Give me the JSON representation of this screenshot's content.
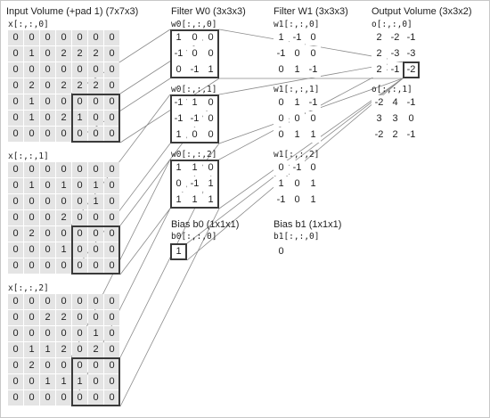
{
  "headers": {
    "input": "Input Volume (+pad 1) (7x7x3)",
    "w0": "Filter W0 (3x3x3)",
    "w1": "Filter W1 (3x3x3)",
    "output": "Output Volume (3x3x2)",
    "bias0": "Bias b0 (1x1x1)",
    "bias1": "Bias b1 (1x1x1)"
  },
  "input": [
    {
      "label": "x[:,:,0]",
      "rows": [
        [
          0,
          0,
          0,
          0,
          0,
          0,
          0
        ],
        [
          0,
          1,
          0,
          2,
          2,
          2,
          0
        ],
        [
          0,
          0,
          0,
          0,
          0,
          0,
          0
        ],
        [
          0,
          2,
          0,
          2,
          2,
          2,
          0
        ],
        [
          0,
          1,
          0,
          0,
          0,
          0,
          0
        ],
        [
          0,
          1,
          0,
          2,
          1,
          0,
          0
        ],
        [
          0,
          0,
          0,
          0,
          0,
          0,
          0
        ]
      ]
    },
    {
      "label": "x[:,:,1]",
      "rows": [
        [
          0,
          0,
          0,
          0,
          0,
          0,
          0
        ],
        [
          0,
          1,
          0,
          1,
          0,
          1,
          0
        ],
        [
          0,
          0,
          0,
          0,
          0,
          1,
          0
        ],
        [
          0,
          0,
          0,
          2,
          0,
          0,
          0
        ],
        [
          0,
          2,
          0,
          0,
          0,
          0,
          0
        ],
        [
          0,
          0,
          0,
          1,
          0,
          0,
          0
        ],
        [
          0,
          0,
          0,
          0,
          0,
          0,
          0
        ]
      ]
    },
    {
      "label": "x[:,:,2]",
      "rows": [
        [
          0,
          0,
          0,
          0,
          0,
          0,
          0
        ],
        [
          0,
          0,
          2,
          2,
          0,
          0,
          0
        ],
        [
          0,
          0,
          0,
          0,
          0,
          1,
          0
        ],
        [
          0,
          1,
          1,
          2,
          0,
          2,
          0
        ],
        [
          0,
          2,
          0,
          0,
          0,
          0,
          0
        ],
        [
          0,
          0,
          1,
          1,
          1,
          0,
          0
        ],
        [
          0,
          0,
          0,
          0,
          0,
          0,
          0
        ]
      ]
    }
  ],
  "w0": [
    {
      "label": "w0[:,:,0]",
      "rows": [
        [
          1,
          0,
          0
        ],
        [
          -1,
          0,
          0
        ],
        [
          0,
          -1,
          1
        ]
      ]
    },
    {
      "label": "w0[:,:,1]",
      "rows": [
        [
          -1,
          1,
          0
        ],
        [
          -1,
          -1,
          0
        ],
        [
          1,
          0,
          0
        ]
      ]
    },
    {
      "label": "w0[:,:,2]",
      "rows": [
        [
          1,
          1,
          0
        ],
        [
          0,
          -1,
          1
        ],
        [
          1,
          1,
          1
        ]
      ]
    }
  ],
  "w1": [
    {
      "label": "w1[:,:,0]",
      "rows": [
        [
          1,
          -1,
          0
        ],
        [
          -1,
          0,
          0
        ],
        [
          0,
          1,
          -1
        ]
      ]
    },
    {
      "label": "w1[:,:,1]",
      "rows": [
        [
          0,
          1,
          -1
        ],
        [
          0,
          0,
          0
        ],
        [
          0,
          1,
          1
        ]
      ]
    },
    {
      "label": "w1[:,:,2]",
      "rows": [
        [
          0,
          -1,
          0
        ],
        [
          1,
          0,
          1
        ],
        [
          -1,
          0,
          1
        ]
      ]
    }
  ],
  "output": [
    {
      "label": "o[:,:,0]",
      "rows": [
        [
          2,
          -2,
          -1
        ],
        [
          2,
          -3,
          -3
        ],
        [
          2,
          -1,
          -2
        ]
      ]
    },
    {
      "label": "o[:,:,1]",
      "rows": [
        [
          -2,
          4,
          -1
        ],
        [
          3,
          3,
          0
        ],
        [
          -2,
          2,
          -1
        ]
      ]
    }
  ],
  "bias": [
    {
      "label": "b0[:,:,0]",
      "value": 1
    },
    {
      "label": "b1[:,:,0]",
      "value": 0
    }
  ]
}
